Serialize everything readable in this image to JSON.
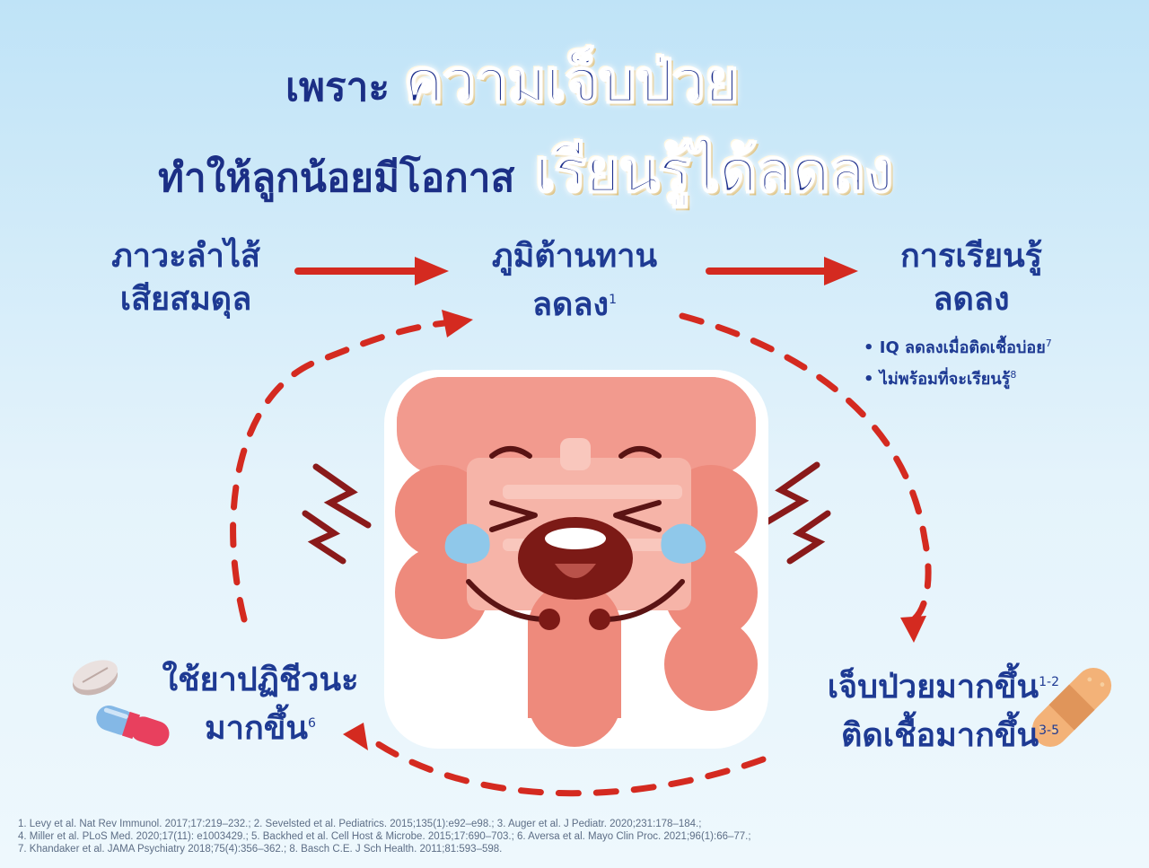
{
  "title": {
    "line1_small": "เพราะ",
    "line1_big": "ความเจ็บป่วย",
    "line2_small": "ทำให้ลูกน้อยมีโอกาส",
    "line2_big": "เรียนรู้ได้ลดลง"
  },
  "nodes": {
    "gut_imbalance": {
      "line1": "ภาวะลำไส้",
      "line2": "เสียสมดุล"
    },
    "immunity_down": {
      "line1": "ภูมิต้านทาน",
      "line2": "ลดลง",
      "ref": "1"
    },
    "learning_down": {
      "line1": "การเรียนรู้",
      "line2": "ลดลง"
    },
    "more_sick": {
      "line1": "เจ็บป่วยมากขึ้น",
      "ref1": "1-2",
      "line2": "ติดเชื้อมากขึ้น",
      "ref2": "3-5"
    },
    "antibiotics": {
      "line1": "ใช้ยาปฏิชีวนะ",
      "line2": "มากขึ้น",
      "ref": "6"
    }
  },
  "learning_bullets": [
    {
      "text": "IQ ลดลงเมื่อติดเชื้อบ่อย",
      "ref": "7"
    },
    {
      "text": "ไม่พร้อมที่จะเรียนรู้",
      "ref": "8"
    }
  ],
  "references": [
    "1. Levy et al. Nat Rev Immunol. 2017;17:219–232.; 2. Sevelsted et al. Pediatrics. 2015;135(1):e92–e98.; 3. Auger et al. J Pediatr. 2020;231:178–184.;",
    "4. Miller et al. PLoS Med. 2020;17(11): e1003429.; 5. Backhed et al. Cell Host & Microbe. 2015;17:690–703.; 6. Aversa et al. Mayo Clin Proc. 2021;96(1):66–77.;",
    "7. Khandaker et al. JAMA Psychiatry 2018;75(4):356–362.; 8. Basch C.E. J Sch Health. 2011;81:593–598."
  ],
  "icons": [
    "pill-tablet-icon",
    "capsule-icon",
    "bandage-icon",
    "lightning-icon",
    "sad-intestine-mascot"
  ],
  "colors": {
    "title": "#1d2f8c",
    "text": "#1e3a93",
    "arrow": "#d42a20",
    "intestine": "#f29a8e"
  }
}
